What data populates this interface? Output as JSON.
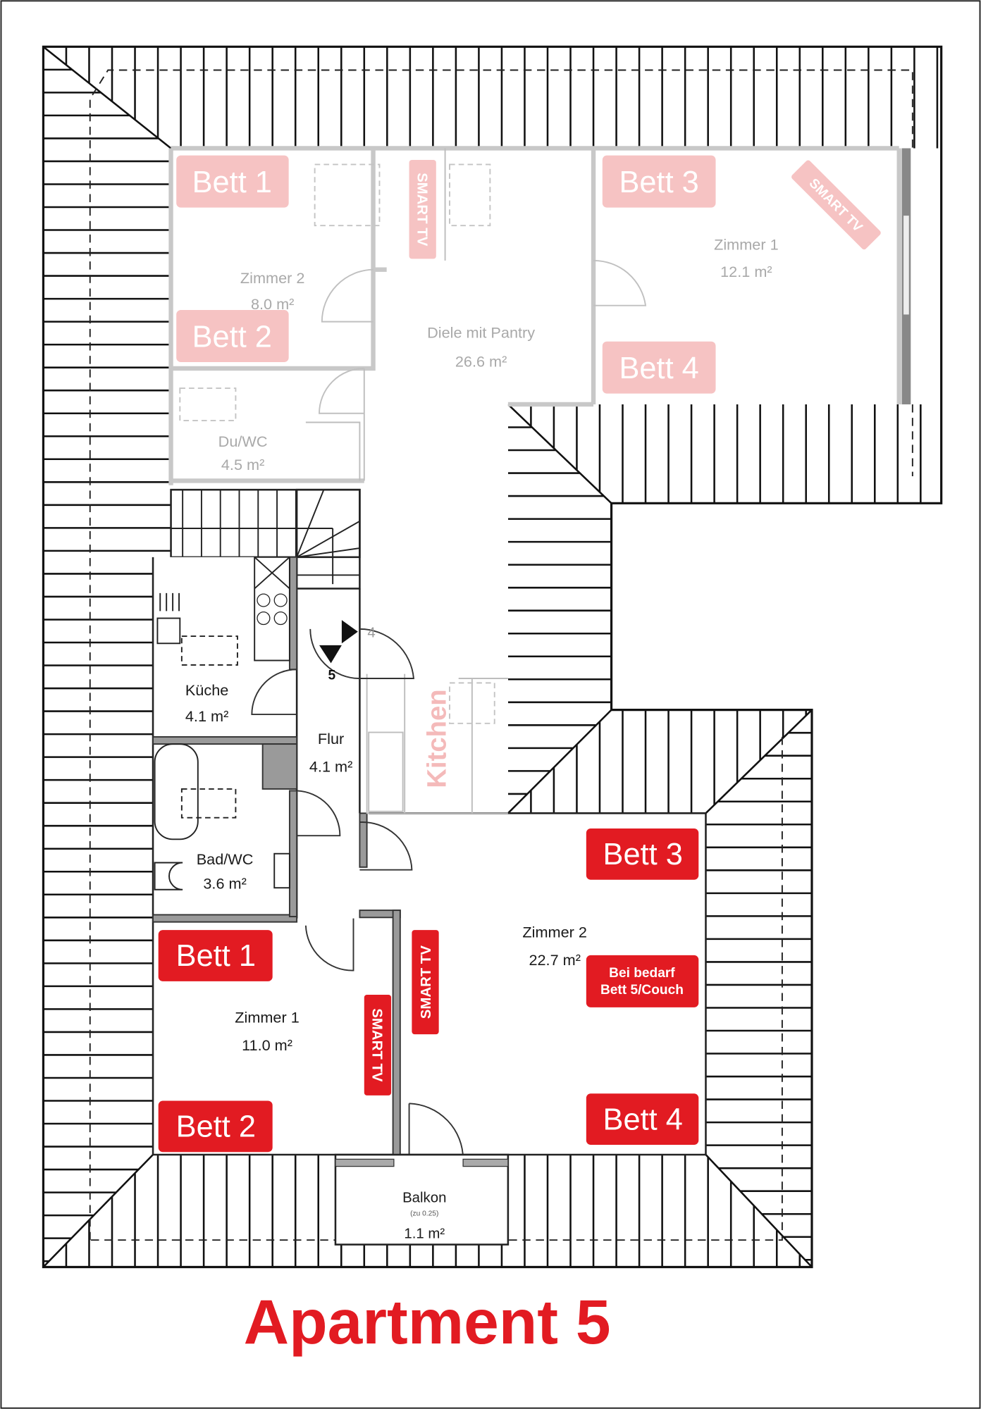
{
  "title": "Apartment 5",
  "colors": {
    "accent_red": "#e21b22",
    "faded_pink": "#f6c3c3"
  },
  "upper_apartment": {
    "rooms": [
      {
        "name": "Zimmer 2",
        "area": "8.0 m²"
      },
      {
        "name": "Diele mit Pantry",
        "area": "26.6 m²"
      },
      {
        "name": "Zimmer 1",
        "area": "12.1 m²"
      },
      {
        "name": "Du/WC",
        "area": "4.5 m²"
      }
    ],
    "badges": [
      "Bett 1",
      "Bett 2",
      "Bett 3",
      "Bett 4"
    ],
    "tv_labels": [
      "SMART TV",
      "SMART TV"
    ]
  },
  "lower_apartment": {
    "rooms": [
      {
        "name": "Küche",
        "area": "4.1 m²"
      },
      {
        "name": "Flur",
        "area": "4.1 m²"
      },
      {
        "name": "Bad/WC",
        "area": "3.6 m²"
      },
      {
        "name": "Zimmer 1",
        "area": "11.0 m²"
      },
      {
        "name": "Zimmer 2",
        "area": "22.7 m²"
      },
      {
        "name": "Balkon",
        "note": "(zu 0.25)",
        "area": "1.1 m²"
      }
    ],
    "kitchen_label": "Kitchen",
    "badges": [
      "Bett 1",
      "Bett 2",
      "Bett 3",
      "Bett 4"
    ],
    "extra_bed": [
      "Bei bedarf",
      "Bett 5/Couch"
    ],
    "tv_labels": [
      "SMART TV",
      "SMART TV"
    ]
  },
  "stair_markers": [
    "4",
    "5"
  ]
}
